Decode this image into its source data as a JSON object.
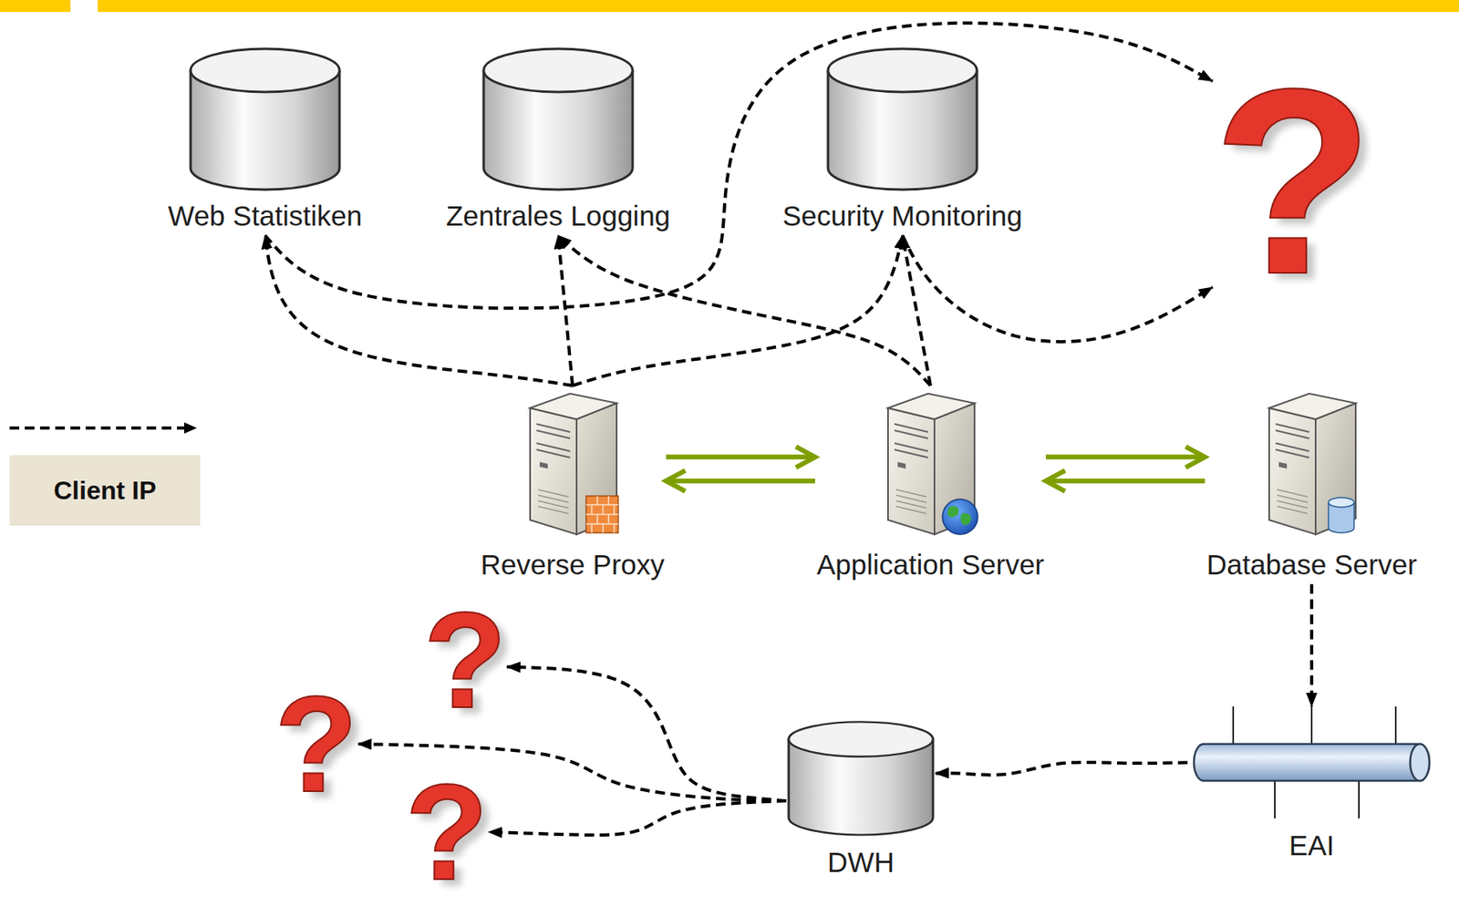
{
  "diagram": {
    "nodes": [
      {
        "text": [
          "Web Statistiken"
        ]
      },
      {
        "text": [
          "Zentrales Logging"
        ]
      },
      {
        "text": [
          "Security Monitoring"
        ]
      },
      {
        "text": [
          "?"
        ]
      },
      {
        "text": [
          "Reverse Proxy"
        ]
      },
      {
        "text": [
          "Application Server"
        ]
      },
      {
        "text": [
          "Database Server"
        ]
      },
      {
        "text": [
          "?"
        ]
      },
      {
        "text": [
          "?"
        ]
      },
      {
        "text": [
          "?"
        ]
      },
      {
        "text": [
          "DWH"
        ]
      },
      {
        "text": [
          "EAI"
        ]
      }
    ],
    "edges": [
      {
        "from": 4,
        "to": 0,
        "arrow": "to"
      },
      {
        "from": 0,
        "to": 3,
        "arrow": "to"
      },
      {
        "from": 4,
        "to": 1,
        "arrow": "to"
      },
      {
        "from": 4,
        "to": 2,
        "arrow": "to"
      },
      {
        "from": 5,
        "to": 1,
        "arrow": "to"
      },
      {
        "from": 5,
        "to": 2,
        "arrow": "to"
      },
      {
        "from": 2,
        "to": 3,
        "arrow": "to"
      },
      {
        "from": 4,
        "to": 5,
        "arrow": "to"
      },
      {
        "from": 5,
        "to": 4,
        "arrow": "to"
      },
      {
        "from": 5,
        "to": 6,
        "arrow": "to"
      },
      {
        "from": 6,
        "to": 5,
        "arrow": "to"
      },
      {
        "from": 6,
        "to": 11,
        "arrow": "to"
      },
      {
        "from": 11,
        "to": 10,
        "arrow": "to"
      },
      {
        "from": 10,
        "to": 7,
        "arrow": "to"
      },
      {
        "from": 10,
        "to": 8,
        "arrow": "to"
      },
      {
        "from": 10,
        "to": 9,
        "arrow": "to"
      }
    ],
    "legend": [
      {
        "text": "Client IP"
      }
    ]
  }
}
